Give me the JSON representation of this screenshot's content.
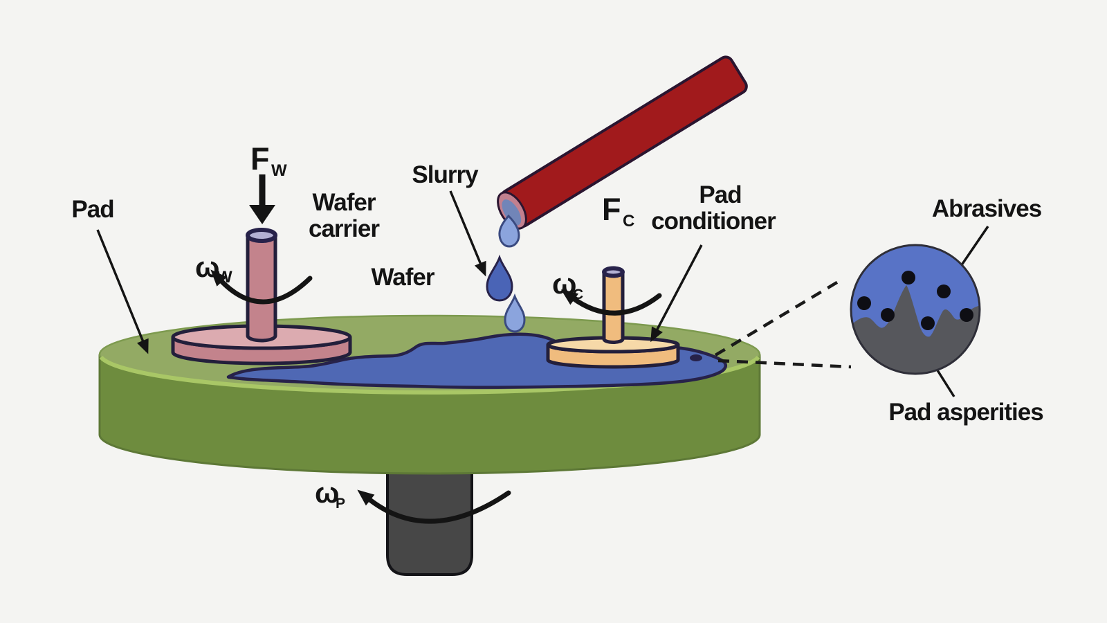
{
  "labels": {
    "pad": "Pad",
    "force_wafer": {
      "main": "F",
      "sub": "W"
    },
    "wafer_carrier": {
      "line1": "Wafer",
      "line2": "carrier"
    },
    "omega_wafer": {
      "main": "ω",
      "sub": "W"
    },
    "slurry": "Slurry",
    "wafer": "Wafer",
    "force_conditioner": {
      "main": "F",
      "sub": "C"
    },
    "pad_conditioner": {
      "line1": "Pad",
      "line2": "conditioner"
    },
    "omega_conditioner": {
      "main": "ω",
      "sub": "C"
    },
    "omega_platen": {
      "main": "ω",
      "sub": "P"
    },
    "abrasives": "Abrasives",
    "pad_asperities": "Pad asperities"
  },
  "colors": {
    "background": "#f4f4f2",
    "pad_top": "#93aa64",
    "pad_side": "#6e8c3e",
    "pad_rim_highlight": "#a9c766",
    "slurry_blue": "#4f68b4",
    "slurry_drop_light": "#8ba4dd",
    "wafer_carrier_pink": "#c3838c",
    "wafer_carrier_pink_light": "#dcabb0",
    "conditioner_tan": "#f0bc7e",
    "conditioner_tan_light": "#f6d9a8",
    "dispenser_red": "#a11a1c",
    "platen_shaft_gray": "#474747",
    "inset_slurry_blue": "#5873c6",
    "inset_pad_gray": "#56575c",
    "abrasive_black": "#0e0e14",
    "outline_navy": "#27224a",
    "text_black": "#141414"
  }
}
